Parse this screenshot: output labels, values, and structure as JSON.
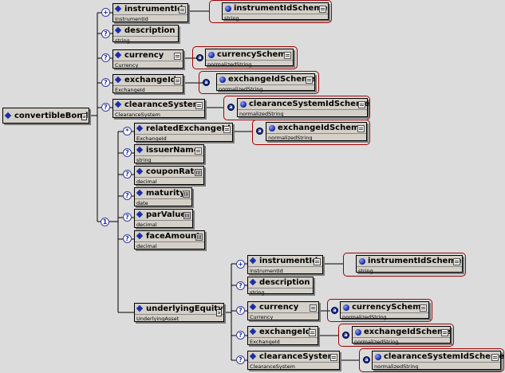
{
  "root": {
    "name": "convertibleBond"
  },
  "elements": {
    "instrumentId": {
      "name": "instrumentId",
      "type": "InstrumentId"
    },
    "description": {
      "name": "description",
      "type": "string"
    },
    "currency": {
      "name": "currency",
      "type": "Currency"
    },
    "exchangeId": {
      "name": "exchangeId",
      "type": "ExchangeId"
    },
    "clearanceSystem": {
      "name": "clearanceSystem",
      "type": "ClearanceSystem"
    },
    "relatedExchangeId": {
      "name": "relatedExchangeId",
      "type": "ExchangeId"
    },
    "issuerName": {
      "name": "issuerName",
      "type": "string"
    },
    "couponRate": {
      "name": "couponRate",
      "type": "decimal"
    },
    "maturity": {
      "name": "maturity",
      "type": "date"
    },
    "parValue": {
      "name": "parValue",
      "type": "decimal"
    },
    "faceAmount": {
      "name": "faceAmount",
      "type": "decimal"
    },
    "underlyingEquity": {
      "name": "underlyingEquity",
      "type": "UnderlyingAsset"
    },
    "u_instrumentId": {
      "name": "instrumentId",
      "type": "InstrumentId"
    },
    "u_description": {
      "name": "description",
      "type": "string"
    },
    "u_currency": {
      "name": "currency",
      "type": "Currency"
    },
    "u_exchangeId": {
      "name": "exchangeId",
      "type": "ExchangeId"
    },
    "u_clearanceSystem": {
      "name": "clearanceSystem",
      "type": "ClearanceSystem"
    }
  },
  "attributes": {
    "instrumentIdScheme": {
      "name": "instrumentIdScheme",
      "type": "string"
    },
    "currencyScheme": {
      "name": "currencyScheme",
      "type": "normalizedString"
    },
    "exchangeIdScheme": {
      "name": "exchangeIdScheme",
      "type": "normalizedString"
    },
    "clearanceSystemIdScheme": {
      "name": "clearanceSystemIdScheme",
      "type": "normalizedString"
    },
    "rel_exchangeIdScheme": {
      "name": "exchangeIdScheme",
      "type": "normalizedString"
    },
    "u_instrumentIdScheme": {
      "name": "instrumentIdScheme",
      "type": "string"
    },
    "u_currencyScheme": {
      "name": "currencyScheme",
      "type": "normalizedString"
    },
    "u_exchangeIdScheme": {
      "name": "exchangeIdScheme",
      "type": "normalizedString"
    },
    "u_clearanceSystemIdScheme": {
      "name": "clearanceSystemIdScheme",
      "type": "normalizedString"
    }
  },
  "markers": {
    "optional": "?",
    "choice": "+",
    "sequence": "1",
    "unbounded": "*",
    "attribute": "a"
  },
  "colors": {
    "background": "#dcdcdc",
    "box": "#d4d0c8",
    "frame": "#a00000",
    "icon": "#1a2ea8"
  }
}
